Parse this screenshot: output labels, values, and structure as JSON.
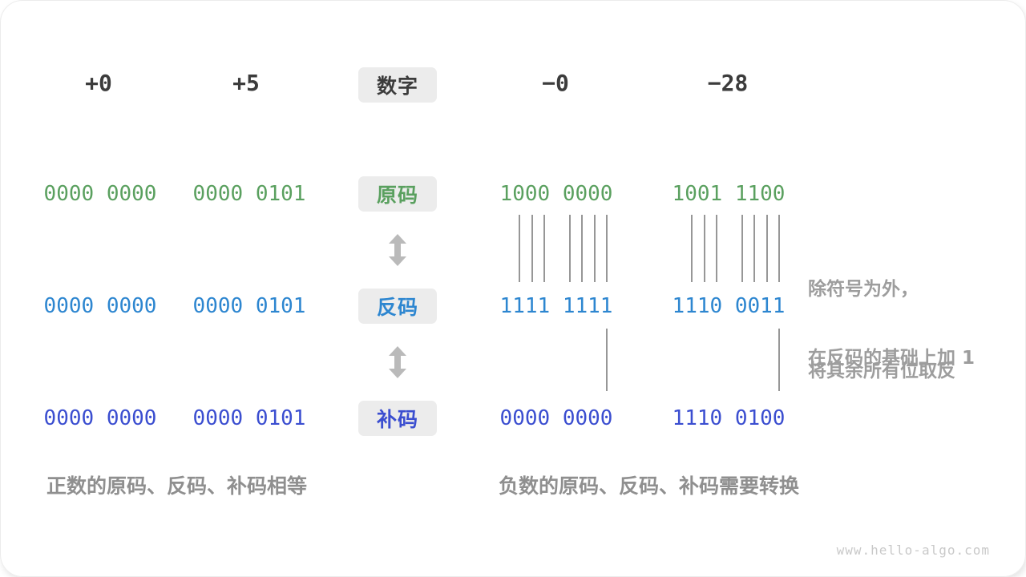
{
  "columns": {
    "headers": [
      {
        "label": "+0"
      },
      {
        "label": "+5"
      },
      {
        "label": "−0"
      },
      {
        "label": "−28"
      }
    ],
    "center_label": "数字"
  },
  "rows": [
    {
      "label": "原码",
      "values": [
        "0000 0000",
        "0000 0101",
        "1000 0000",
        "1001 1100"
      ]
    },
    {
      "label": "反码",
      "values": [
        "0000 0000",
        "0000 0101",
        "1111 1111",
        "1110 0011"
      ]
    },
    {
      "label": "补码",
      "values": [
        "0000 0000",
        "0000 0101",
        "0000 0000",
        "1110 0100"
      ]
    }
  ],
  "annotations": {
    "invert_line1": "除符号为外，",
    "invert_line2": "将其余所有位取反",
    "add_one": "在反码的基础上加 1"
  },
  "captions": {
    "positive": "正数的原码、反码、补码相等",
    "negative": "负数的原码、反码、补码需要转换"
  },
  "watermark": "www.hello-algo.com",
  "colors": {
    "sign_magnitude": "#5aa05f",
    "ones_complement": "#2d86d0",
    "twos_complement": "#3b4ed0",
    "heading_text": "#3c3c3c",
    "note_text": "#9d9d9d",
    "label_box_bg": "#ececec",
    "arrow": "#bababa",
    "connector_line": "#979797"
  }
}
